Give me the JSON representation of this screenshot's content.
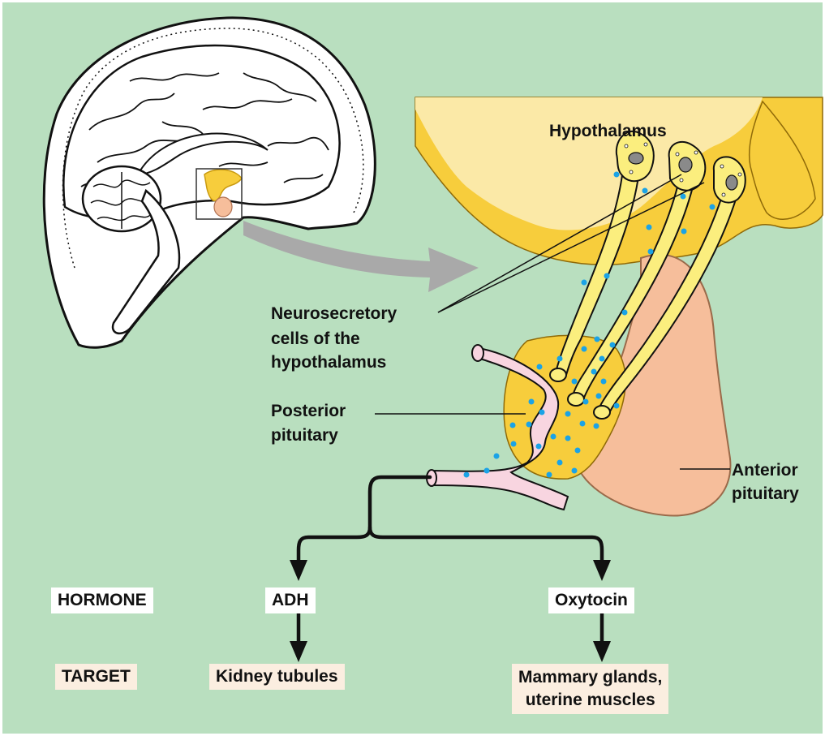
{
  "labels": {
    "hypothalamus": "Hypothalamus",
    "neurosecretory": [
      "Neurosecretory",
      "cells of the",
      "hypothalamus"
    ],
    "posterior": [
      "Posterior",
      "pituitary"
    ],
    "anterior": [
      "Anterior",
      "pituitary"
    ]
  },
  "rows": {
    "hormone": "HORMONE",
    "target": "TARGET"
  },
  "hormones": {
    "adh": "ADH",
    "oxytocin": "Oxytocin"
  },
  "targets": {
    "kidney": "Kidney tubules",
    "mammary": [
      "Mammary glands,",
      "uterine muscles"
    ]
  },
  "colors": {
    "background": "#b9dfbf",
    "hypothalamus_light": "#fbe9a7",
    "hypothalamus_dark": "#f7cd3c",
    "axon": "#fbee7e",
    "anterior_pituitary": "#f6be9b",
    "vessel": "#f8d5e0",
    "secretion_dots": "#1ba3e6",
    "arrow": "#a9a9a9"
  }
}
